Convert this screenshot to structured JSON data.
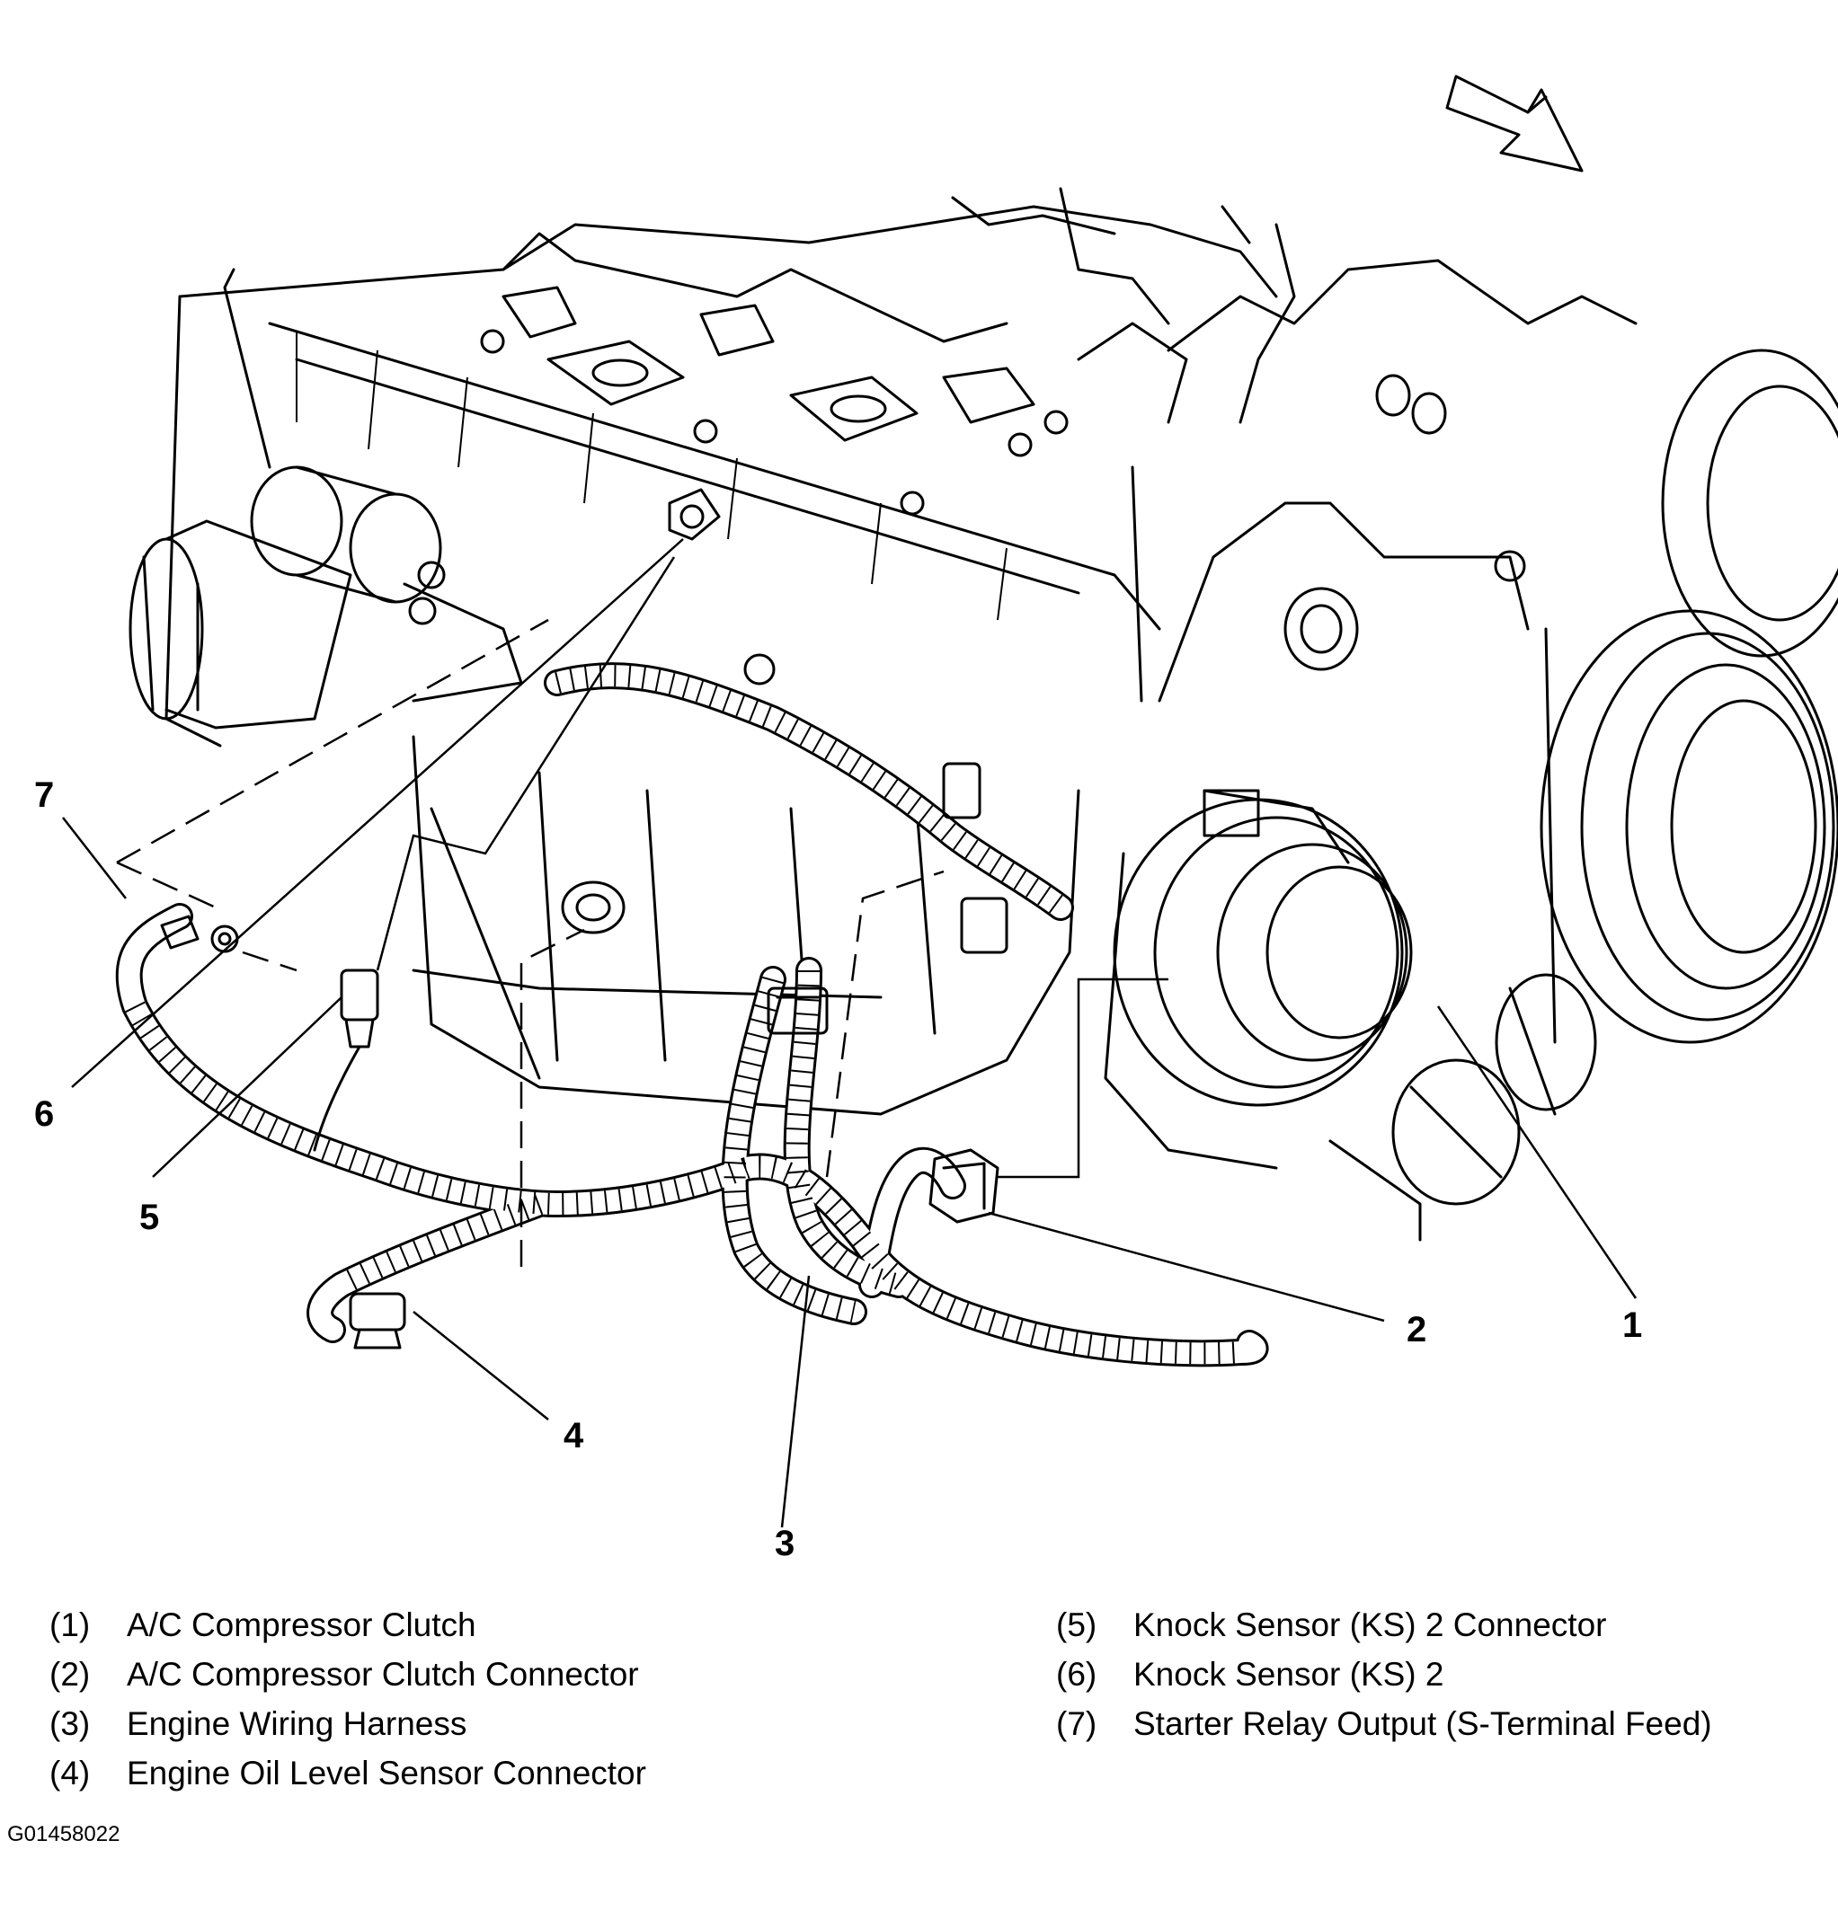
{
  "callouts": [
    {
      "id": "1",
      "label": "1"
    },
    {
      "id": "2",
      "label": "2"
    },
    {
      "id": "3",
      "label": "3"
    },
    {
      "id": "4",
      "label": "4"
    },
    {
      "id": "5",
      "label": "5"
    },
    {
      "id": "6",
      "label": "6"
    },
    {
      "id": "7",
      "label": "7"
    }
  ],
  "legend": [
    {
      "num": "(1)",
      "text": "A/C Compressor Clutch"
    },
    {
      "num": "(2)",
      "text": "A/C Compressor Clutch Connector"
    },
    {
      "num": "(3)",
      "text": "Engine Wiring Harness"
    },
    {
      "num": "(4)",
      "text": "Engine Oil Level Sensor Connector"
    },
    {
      "num": "(5)",
      "text": "Knock Sensor (KS) 2 Connector"
    },
    {
      "num": "(6)",
      "text": "Knock Sensor (KS) 2"
    },
    {
      "num": "(7)",
      "text": "Starter Relay Output (S-Terminal Feed)"
    }
  ],
  "figure_id": "G01458022"
}
